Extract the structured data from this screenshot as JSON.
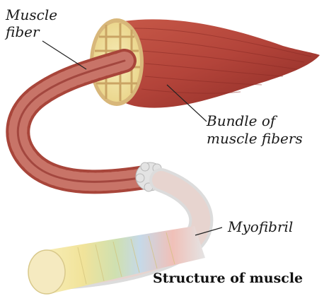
{
  "labels": {
    "muscle_fiber_line1": "Muscle",
    "muscle_fiber_line2": "fiber",
    "bundle_line1": "Bundle of",
    "bundle_line2": "muscle fibers",
    "myofibril": "Myofibril"
  },
  "caption": "Structure of muscle",
  "colors": {
    "muscle_red": "#b3443a",
    "muscle_dark": "#7d2320",
    "fascia_tan": "#e2c48e",
    "myofibril_yellow": "#f3e6a6",
    "leader_line": "#222222"
  }
}
